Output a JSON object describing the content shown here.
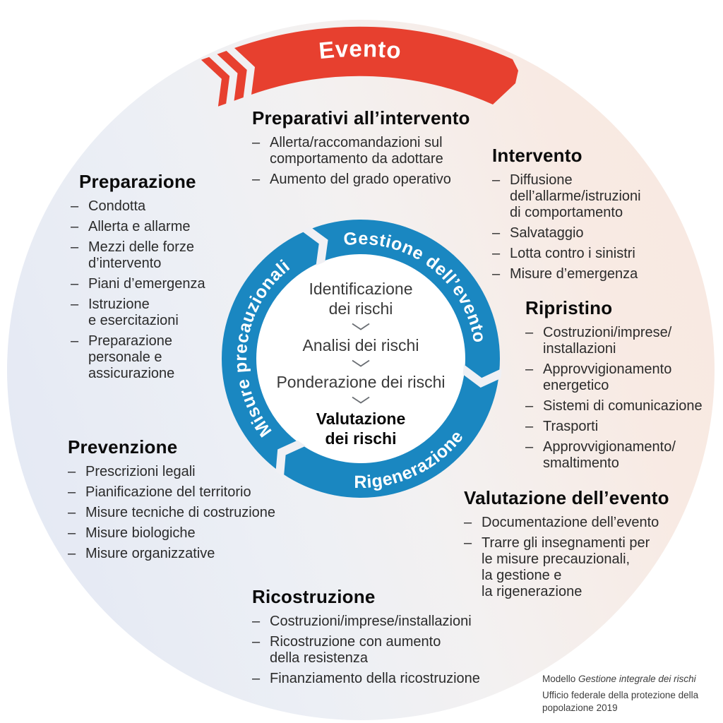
{
  "list_dash": "–",
  "banner": {
    "label": "Evento"
  },
  "ring": {
    "label_top": "Gestione dell’evento",
    "label_bottom": "Rigenerazione",
    "label_left": "Misure precauzionali",
    "steps": [
      "Identificazione\ndei rischi",
      "Analisi dei rischi",
      "Ponderazione dei rischi",
      "Valutazione\ndei rischi"
    ]
  },
  "sections": [
    {
      "title": "Preparazione",
      "items": [
        "Condotta",
        "Allerta e allarme",
        "Mezzi delle forze\nd’intervento",
        "Piani d’emergenza",
        "Istruzione\ne esercitazioni",
        "Preparazione\npersonale e\nassicurazione"
      ]
    },
    {
      "title": "Preparativi all’intervento",
      "items": [
        "Allerta/raccomandazioni sul\ncomportamento da adottare",
        "Aumento del grado operativo"
      ]
    },
    {
      "title": "Intervento",
      "items": [
        "Diffusione\ndell’allarme/istruzioni\ndi comportamento",
        "Salvataggio",
        "Lotta contro i sinistri",
        "Misure d’emergenza"
      ]
    },
    {
      "title": "Ripristino",
      "items": [
        "Costruzioni/imprese/\ninstallazioni",
        "Approvvigionamento\nenergetico",
        "Sistemi di comunicazione",
        "Trasporti",
        "Approvvigionamento/\nsmaltimento"
      ]
    },
    {
      "title": "Valutazione dell’evento",
      "items": [
        "Documentazione dell’evento",
        "Trarre gli insegnamenti per\nle misure precauzionali,\nla gestione e\nla rigenerazione"
      ]
    },
    {
      "title": "Ricostruzione",
      "items": [
        "Costruzioni/imprese/installazioni",
        "Ricostruzione con aumento\ndella resistenza",
        "Finanziamento della ricostruzione"
      ]
    },
    {
      "title": "Prevenzione",
      "items": [
        "Prescrizioni legali",
        "Pianificazione del territorio",
        "Misure tecniche di costruzione",
        "Misure biologiche",
        "Misure organizzative"
      ]
    }
  ],
  "caption": {
    "prefix": "Modello ",
    "model_title": "Gestione integrale dei rischi",
    "source": "Ufficio federale della protezione della\npopolazione 2019"
  },
  "colors": {
    "red": "#e7402f",
    "blue": "#1a87c1",
    "gap": "#f0f0f4"
  }
}
